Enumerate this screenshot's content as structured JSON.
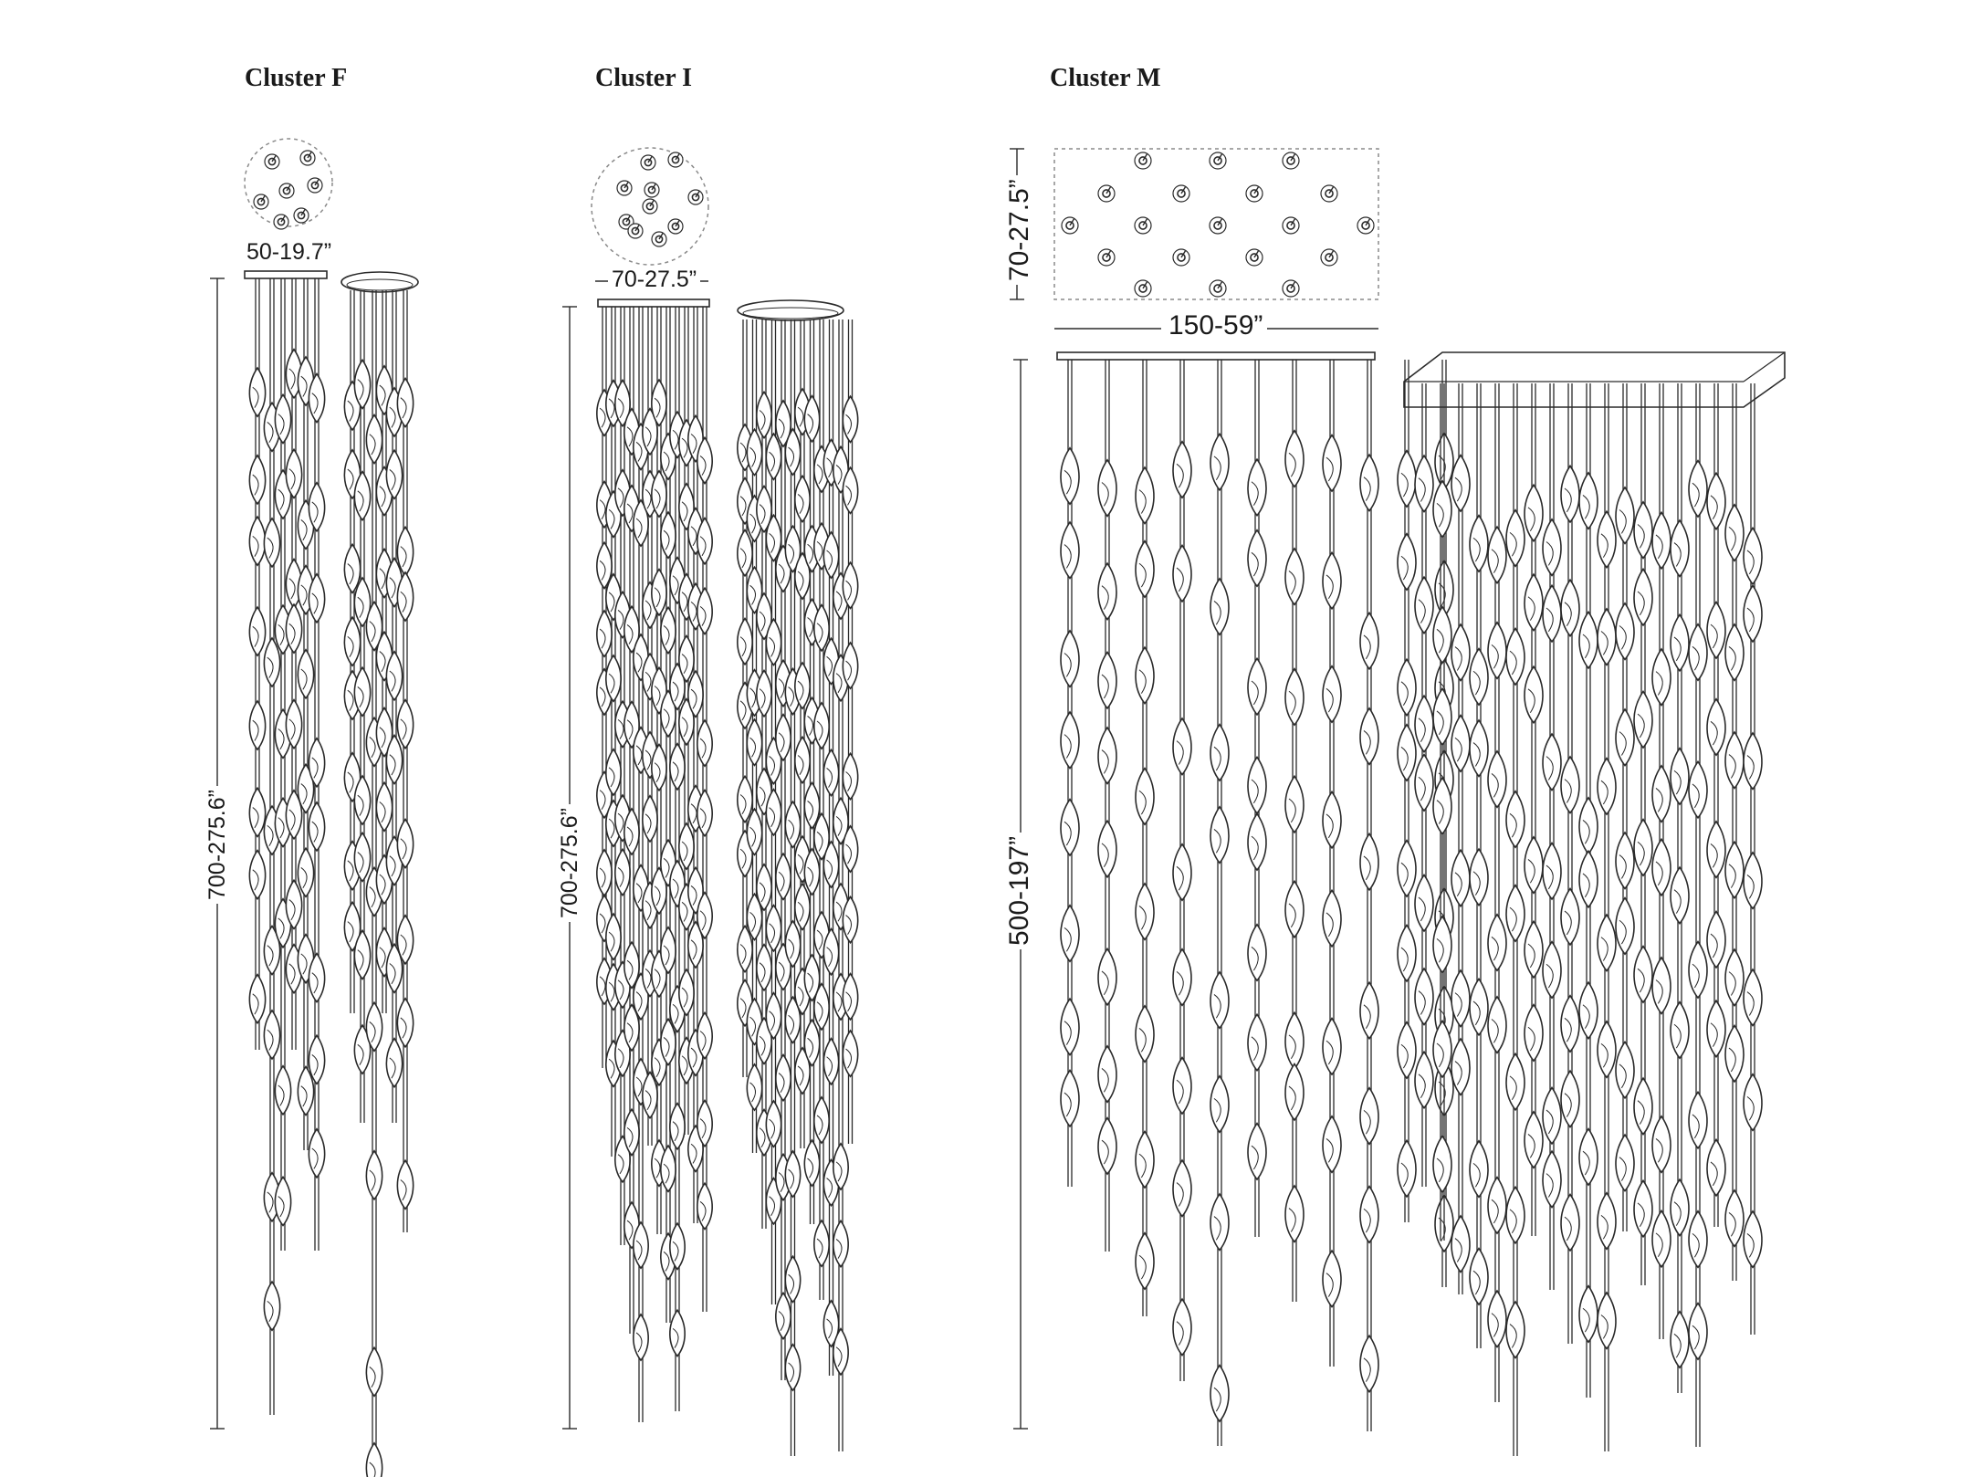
{
  "clusters": [
    {
      "id": "f",
      "title": "Cluster F",
      "plan_width": "50-19.7”",
      "height": "700-275.6”"
    },
    {
      "id": "i",
      "title": "Cluster I",
      "plan_width": "70-27.5”",
      "height": "700-275.6”"
    },
    {
      "id": "m",
      "title": "Cluster M",
      "plan_width": "150-59”",
      "plan_depth": "70-27.5”",
      "height": "500-197”"
    }
  ],
  "colors": {
    "line": "#2a2a2a",
    "dash": "#8a8a8a",
    "glass": "#ffffff"
  },
  "icons": [
    "glass-drop-icon",
    "canopy-mount-icon"
  ]
}
